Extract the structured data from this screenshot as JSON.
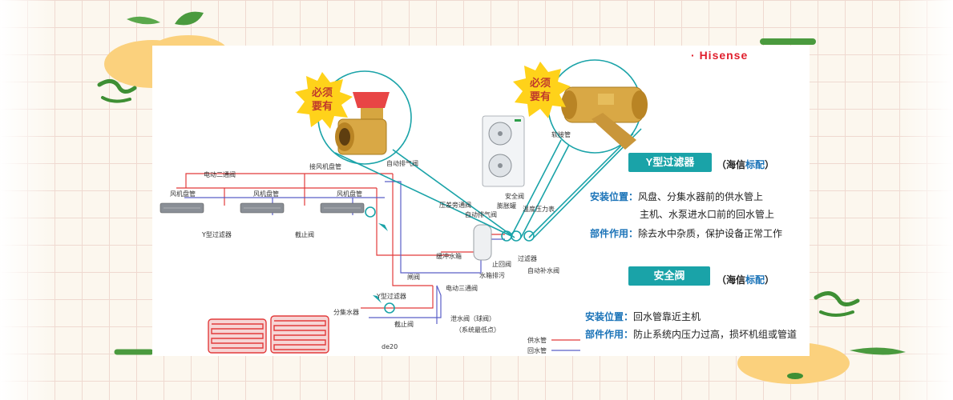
{
  "brand": {
    "dot": "·",
    "name": "Hisense"
  },
  "bursts": [
    {
      "line1": "必须",
      "line2": "要有"
    },
    {
      "line1": "必须",
      "line2": "要有"
    }
  ],
  "y_filter": {
    "title": "Y型过滤器",
    "note_prefix": "（海信",
    "note_highlight": "标配",
    "note_suffix": "）",
    "position_key": "安装位置：",
    "position_line1": "风盘、分集水器前的供水管上",
    "position_line2": "主机、水泵进水口前的回水管上",
    "function_key": "部件作用：",
    "function_text": "除去水中杂质，保护设备正常工作"
  },
  "safety_valve": {
    "title": "安全阀",
    "note_prefix": "（海信",
    "note_highlight": "标配",
    "note_suffix": "）",
    "position_key": "安装位置：",
    "position_text": "回水管靠近主机",
    "function_key": "部件作用：",
    "function_text": "防止系统内压力过高，损坏机组或管道"
  },
  "diagram_labels": {
    "electric_two_way": "电动二通阀",
    "fan_coil_pipe": "接风机盘管",
    "fan_coil_1": "风机盘管",
    "fan_coil_2": "风机盘管",
    "fan_coil_3": "风机盘管",
    "y_filter_left": "Y型过滤器",
    "stop_valve_left": "截止阀",
    "auto_vent": "自动排气阀",
    "connect_pipe": "软接管",
    "safety_valve_small": "安全阀",
    "bypass": "压差旁通阀",
    "auto_vent2": "自动排气阀",
    "expansion_tank": "膨胀罐",
    "thermo_pressure": "温度压力表",
    "buffer_tank": "缓冲水箱",
    "check_valve": "止回阀",
    "filter": "过滤器",
    "tank_drain": "水箱排污",
    "auto_makeup": "自动补水阀",
    "gate_valve": "闸阀",
    "electric_three_way": "电动三通阀",
    "y_filter_bottom": "Y型过滤器",
    "manifold": "分集水器",
    "stop_valve_bottom": "截止阀",
    "drain_valve": "泄水阀（球阀）",
    "lowest_point": "（系统最低点）",
    "pipe_size": "de20",
    "supply_pipe": "供水管",
    "return_pipe": "回水管"
  },
  "colors": {
    "supply": "#e23b3b",
    "return": "#5a5fc8",
    "teal": "#1aa3a8",
    "burst": "#ffd21a",
    "badge_text": "#ffffff",
    "key_text": "#1a73b8"
  }
}
